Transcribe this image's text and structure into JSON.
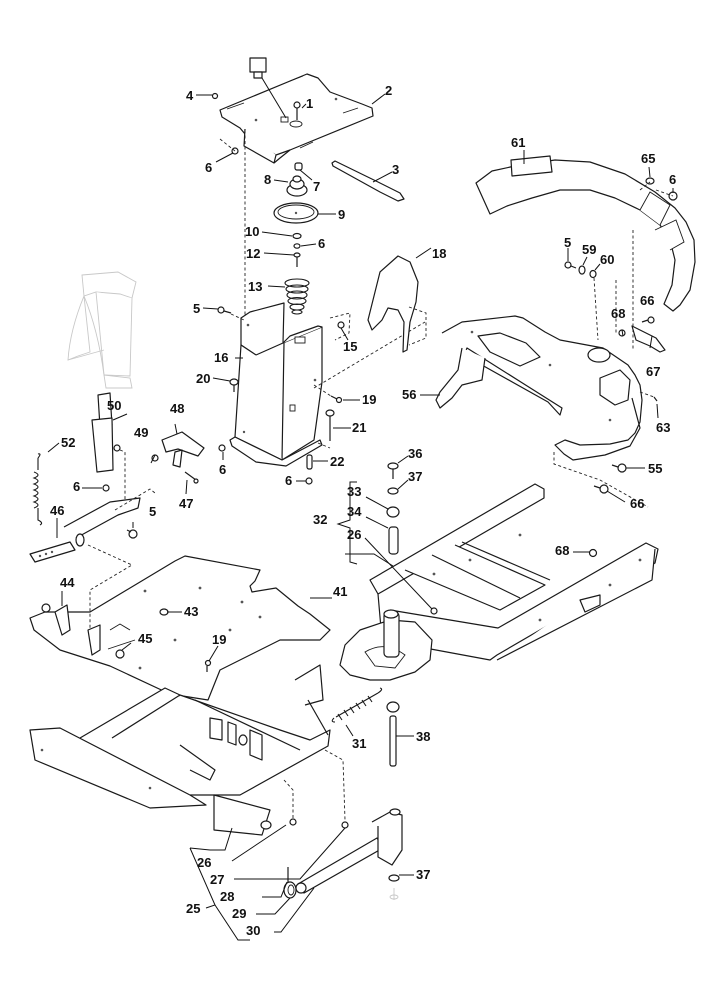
{
  "diagram": {
    "type": "exploded-parts-diagram",
    "background": "#ffffff",
    "line_color": "#1a1a1a",
    "callouts": [
      {
        "id": "c1",
        "label": "1"
      },
      {
        "id": "c2",
        "label": "2"
      },
      {
        "id": "c3",
        "label": "3"
      },
      {
        "id": "c4",
        "label": "4"
      },
      {
        "id": "c5a",
        "label": "5"
      },
      {
        "id": "c5b",
        "label": "5"
      },
      {
        "id": "c5c",
        "label": "5"
      },
      {
        "id": "c6a",
        "label": "6"
      },
      {
        "id": "c6b",
        "label": "6"
      },
      {
        "id": "c6c",
        "label": "6"
      },
      {
        "id": "c6d",
        "label": "6"
      },
      {
        "id": "c6e",
        "label": "6"
      },
      {
        "id": "c6f",
        "label": "6"
      },
      {
        "id": "c7",
        "label": "7"
      },
      {
        "id": "c8",
        "label": "8"
      },
      {
        "id": "c9",
        "label": "9"
      },
      {
        "id": "c10",
        "label": "10"
      },
      {
        "id": "c12",
        "label": "12"
      },
      {
        "id": "c13",
        "label": "13"
      },
      {
        "id": "c15",
        "label": "15"
      },
      {
        "id": "c16",
        "label": "16"
      },
      {
        "id": "c18",
        "label": "18"
      },
      {
        "id": "c19a",
        "label": "19"
      },
      {
        "id": "c19b",
        "label": "19"
      },
      {
        "id": "c20",
        "label": "20"
      },
      {
        "id": "c21",
        "label": "21"
      },
      {
        "id": "c22",
        "label": "22"
      },
      {
        "id": "c25",
        "label": "25"
      },
      {
        "id": "c26a",
        "label": "26"
      },
      {
        "id": "c26b",
        "label": "26"
      },
      {
        "id": "c27",
        "label": "27"
      },
      {
        "id": "c28",
        "label": "28"
      },
      {
        "id": "c29",
        "label": "29"
      },
      {
        "id": "c30",
        "label": "30"
      },
      {
        "id": "c31",
        "label": "31"
      },
      {
        "id": "c32",
        "label": "32"
      },
      {
        "id": "c33",
        "label": "33"
      },
      {
        "id": "c34",
        "label": "34"
      },
      {
        "id": "c36",
        "label": "36"
      },
      {
        "id": "c37a",
        "label": "37"
      },
      {
        "id": "c37b",
        "label": "37"
      },
      {
        "id": "c38",
        "label": "38"
      },
      {
        "id": "c41",
        "label": "41"
      },
      {
        "id": "c43",
        "label": "43"
      },
      {
        "id": "c44",
        "label": "44"
      },
      {
        "id": "c45",
        "label": "45"
      },
      {
        "id": "c46",
        "label": "46"
      },
      {
        "id": "c47",
        "label": "47"
      },
      {
        "id": "c48",
        "label": "48"
      },
      {
        "id": "c49",
        "label": "49"
      },
      {
        "id": "c50",
        "label": "50"
      },
      {
        "id": "c52",
        "label": "52"
      },
      {
        "id": "c55",
        "label": "55"
      },
      {
        "id": "c56",
        "label": "56"
      },
      {
        "id": "c59",
        "label": "59"
      },
      {
        "id": "c60",
        "label": "60"
      },
      {
        "id": "c61",
        "label": "61"
      },
      {
        "id": "c63",
        "label": "63"
      },
      {
        "id": "c65",
        "label": "65"
      },
      {
        "id": "c66a",
        "label": "66"
      },
      {
        "id": "c66b",
        "label": "66"
      },
      {
        "id": "c67",
        "label": "67"
      },
      {
        "id": "c68a",
        "label": "68"
      },
      {
        "id": "c68b",
        "label": "68"
      }
    ]
  }
}
